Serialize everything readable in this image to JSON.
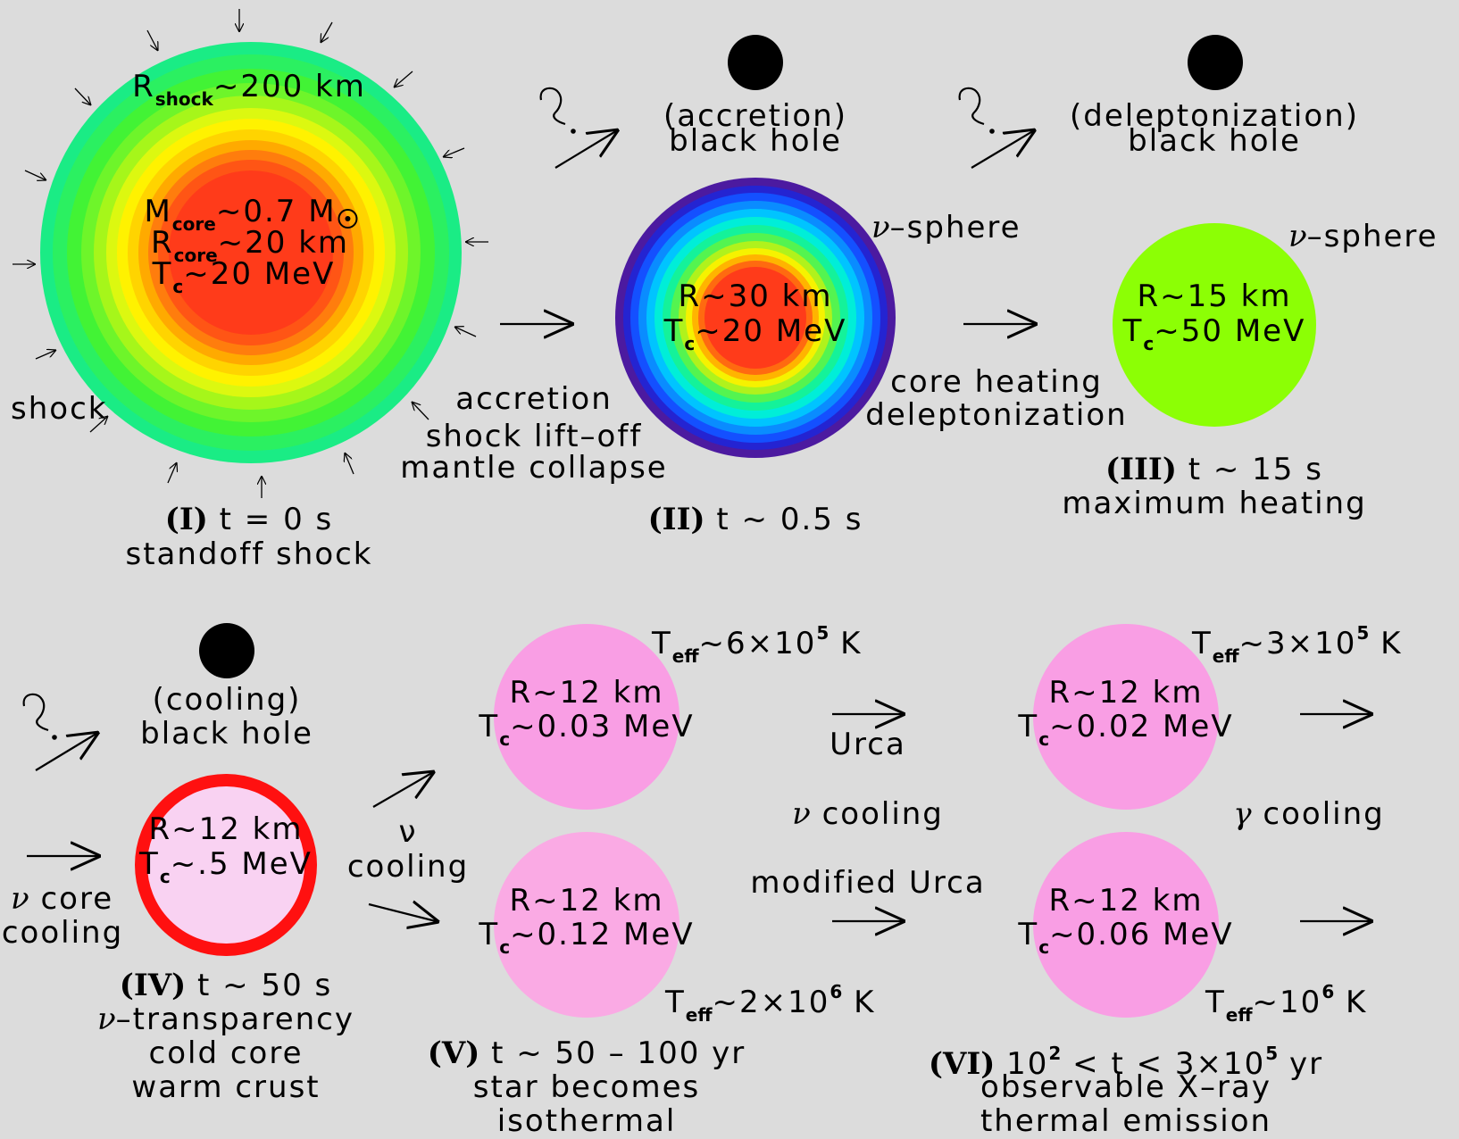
{
  "stage_I": {
    "rshock": "R",
    "rshock_sub": "shock",
    "rshock_val": "~200 km",
    "mcore": "M",
    "mcore_sub": "core",
    "mcore_val": "~0.7 M",
    "rcore": "R",
    "rcore_sub": "core",
    "rcore_val": "~20 km",
    "tc": "T",
    "tc_sub": "c",
    "tc_val": "~20 MeV",
    "shock_label": "shock",
    "caption_roman": "(I)",
    "caption_time": " t = 0 s",
    "caption_line2": "standoff shock"
  },
  "transition_I_II": [
    "accretion",
    "shock lift–off",
    "mantle collapse"
  ],
  "stage_II": {
    "bh_line1": "(accretion)",
    "bh_line2": "black hole",
    "nu": "ν",
    "sphere": "–sphere",
    "r": "R~30 km",
    "tc": "T",
    "tc_sub": "c",
    "tc_val": "~20 MeV",
    "caption_roman": "(II)",
    "caption_time": " t ~ 0.5 s"
  },
  "transition_II_III": [
    "core heating",
    "deleptonization"
  ],
  "stage_III": {
    "bh_line1": "(deleptonization)",
    "bh_line2": "black hole",
    "nu": "ν",
    "sphere": "–sphere",
    "r": "R~15 km",
    "tc": "T",
    "tc_sub": "c",
    "tc_val": "~50 MeV",
    "caption_roman": "(III)",
    "caption_time": " t ~ 15 s",
    "caption_line2": "maximum heating"
  },
  "stage_IV": {
    "bh_line1": "(cooling)",
    "bh_line2": "black hole",
    "in_nu": "ν",
    "in_label1": " core",
    "in_label2": "cooling",
    "r": "R~12 km",
    "tc": "T",
    "tc_sub": "c",
    "tc_val": "~.5 MeV",
    "caption_roman": "(IV)",
    "caption_time": " t ~ 50 s",
    "cap_nu": "ν",
    "cap_line2": "–transparency",
    "cap_line3": "cold core",
    "cap_line4": "warm crust",
    "out_nu": "ν",
    "out_label": "cooling"
  },
  "stage_V": {
    "top_r": "R~12 km",
    "top_tc": "T",
    "top_tc_sub": "c",
    "top_tc_val": "~0.03 MeV",
    "top_teff": "T",
    "top_teff_sub": "eff",
    "top_teff_val": "~6×10",
    "top_teff_exp": "5",
    "top_teff_unit": " K",
    "bot_r": "R~12 km",
    "bot_tc": "T",
    "bot_tc_sub": "c",
    "bot_tc_val": "~0.12 MeV",
    "bot_teff": "T",
    "bot_teff_sub": "eff",
    "bot_teff_val": "~2×10",
    "bot_teff_exp": "6",
    "bot_teff_unit": " K",
    "caption_roman": "(V)",
    "caption_time": " t ~ 50 – 100 yr",
    "caption_line2": "star becomes",
    "caption_line3": "isothermal"
  },
  "transition_V_VI": {
    "urca": "Urca",
    "nu": "ν",
    "cooling": " cooling",
    "modified": "modified Urca"
  },
  "stage_VI": {
    "top_r": "R~12 km",
    "top_tc": "T",
    "top_tc_sub": "c",
    "top_tc_val": "~0.02 MeV",
    "top_teff": "T",
    "top_teff_sub": "eff",
    "top_teff_val": "~3×10",
    "top_teff_exp": "5",
    "top_teff_unit": " K",
    "bot_r": "R~12 km",
    "bot_tc": "T",
    "bot_tc_sub": "c",
    "bot_tc_val": "~0.06 MeV",
    "bot_teff": "T",
    "bot_teff_sub": "eff",
    "bot_teff_val": "~10",
    "bot_teff_exp": "6",
    "bot_teff_unit": " K",
    "gamma": "γ",
    "gamma_cooling": " cooling",
    "caption_roman": "(VI)",
    "caption_a": " 10",
    "caption_exp1": "2",
    "caption_b": " < t < 3×10",
    "caption_exp2": "5",
    "caption_c": " yr",
    "caption_line2": "observable X–ray",
    "caption_line3": "thermal emission"
  },
  "colors": {
    "background": "#dcdcdc",
    "core_red": "#ff3b1a",
    "shock_green": "#1aec85",
    "phase3_green": "#8cff05",
    "pink": "#f99ee4",
    "cool_core_fill": "#f9d2f2",
    "crust_ring": "#ff1010",
    "black_hole": "#000000"
  }
}
